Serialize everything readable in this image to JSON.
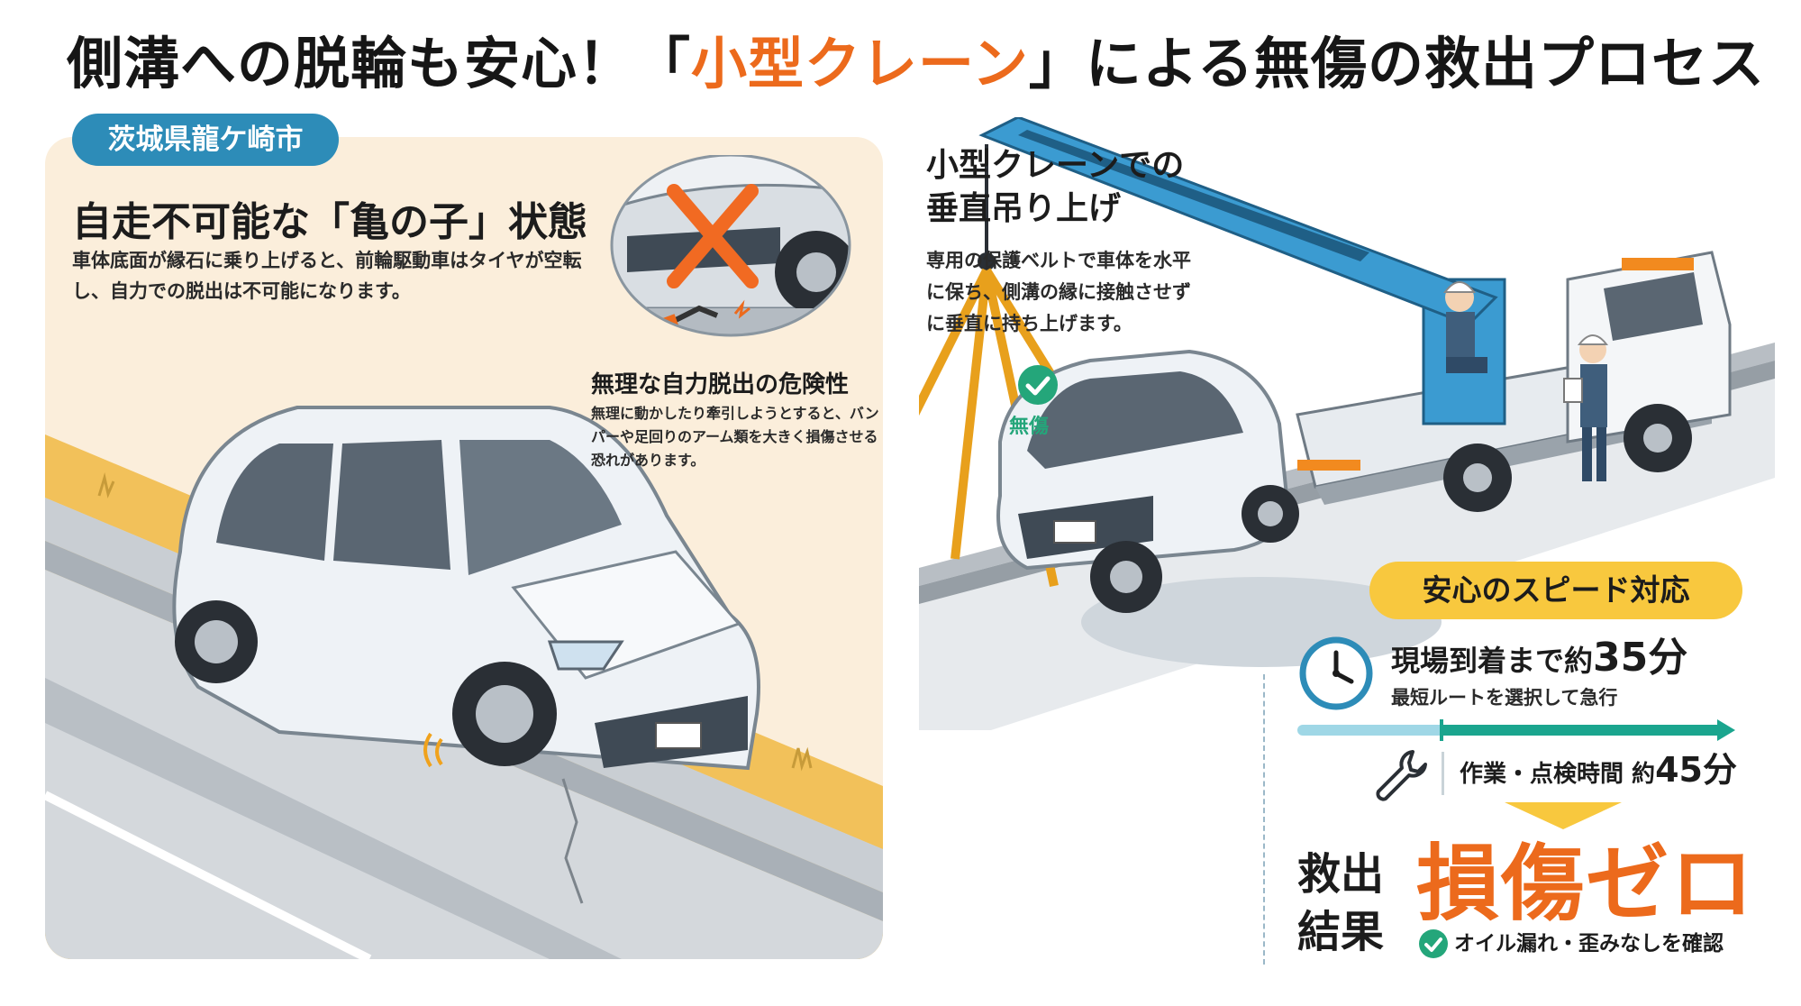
{
  "title": {
    "prefix": "側溝への脱輪も安心！「",
    "highlight": "小型クレーン",
    "suffix": "」による無傷の救出プロセス"
  },
  "location_badge": "茨城県龍ケ崎市",
  "stuck": {
    "heading": "自走不可能な「亀の子」状態",
    "text": "車体底面が縁石に乗り上げると、前輪駆動車はタイヤが空転し、自力での脱出は不可能になります。"
  },
  "danger": {
    "heading": "無理な自力脱出の危険性",
    "text": "無理に動かしたり牽引しようとすると、バンパーや足回りのアーム類を大きく損傷させる恐れがあります。"
  },
  "crane": {
    "heading_line1": "小型クレーンでの",
    "heading_line2": "垂直吊り上げ",
    "text": "専用の保護ベルトで車体を水平に保ち、側溝の縁に接触させずに垂直に持ち上げます。",
    "badge_label": "無傷"
  },
  "speed": {
    "pill": "安心のスピード対応",
    "arrive_prefix": "現場到着まで約",
    "arrive_value": "35分",
    "arrive_sub": "最短ルートを選択して急行",
    "work_prefix": "作業・点検時間 約",
    "work_value": "45分"
  },
  "result": {
    "label": "救出結果",
    "main": "損傷ゼロ",
    "sub": "オイル漏れ・歪みなしを確認"
  },
  "colors": {
    "accent_orange": "#ec6a1c",
    "badge_blue": "#2d8cb8",
    "success_green": "#24a67a",
    "pill_yellow": "#f8c83e",
    "panel_cream": "#fbeedb",
    "timeline_teal": "#1aa58e"
  },
  "icons": {
    "danger_mark": "cross-mark-icon",
    "no_damage": "check-circle-icon",
    "clock": "clock-icon",
    "wrench": "wrench-icon",
    "result_check": "check-circle-icon"
  }
}
